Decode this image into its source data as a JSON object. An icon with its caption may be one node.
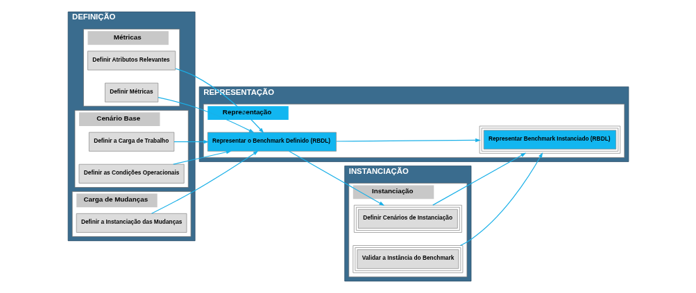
{
  "diagram": {
    "nodes": [
      {
        "text": [
          "DEFINIÇÃO"
        ]
      },
      {
        "text": [
          "Métricas"
        ],
        "in": 0
      },
      {
        "text": [
          "Definir Atributos Relevantes"
        ],
        "in": 1
      },
      {
        "text": [
          "Definir Métricas"
        ],
        "in": 1
      },
      {
        "text": [
          "Cenário Base"
        ],
        "in": 0
      },
      {
        "text": [
          "Definir a Carga de Trabalho"
        ],
        "in": 4
      },
      {
        "text": [
          "Definir as Condições Operacionais"
        ],
        "in": 4
      },
      {
        "text": [
          "Carga de Mudanças"
        ],
        "in": 0
      },
      {
        "text": [
          "Definir a Instanciação das Mudanças"
        ],
        "in": 7
      },
      {
        "text": [
          "INSTANCIAÇÃO"
        ]
      },
      {
        "text": [
          "Instanciação"
        ],
        "in": 9
      },
      {
        "text": [
          "Definir Cenários de Instanciação"
        ],
        "in": 10
      },
      {
        "text": [
          "Validar a Instância do Benchmark"
        ],
        "in": 10
      },
      {
        "text": [
          "REPRESENTAÇÃO"
        ]
      },
      {
        "text": [
          "Representação"
        ],
        "in": 13
      },
      {
        "text": [
          "Representar o Benchmark Definido (RBDL)"
        ],
        "in": 14
      },
      {
        "text": [
          "Representar Benchmark Instanciado (RBDL)"
        ],
        "in": 14
      }
    ],
    "edges": [
      {
        "from": 2,
        "to": 15,
        "arrow": "to"
      },
      {
        "from": 3,
        "to": 15,
        "arrow": "to"
      },
      {
        "from": 5,
        "to": 15,
        "arrow": "to"
      },
      {
        "from": 6,
        "to": 15,
        "arrow": "to"
      },
      {
        "from": 8,
        "to": 15,
        "arrow": "to"
      },
      {
        "from": 15,
        "to": 11,
        "arrow": "to"
      },
      {
        "from": 15,
        "to": 16,
        "arrow": "to"
      },
      {
        "from": 11,
        "to": 16,
        "arrow": "to"
      },
      {
        "from": 12,
        "to": 16,
        "arrow": "to"
      }
    ]
  }
}
